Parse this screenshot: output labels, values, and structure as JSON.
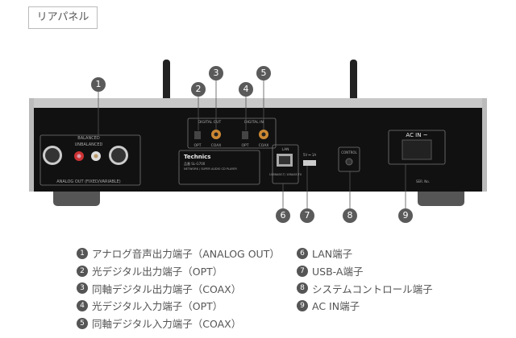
{
  "title": "リアパネル",
  "device": {
    "brand": "Technics",
    "model": "品番 SL-G700",
    "product": "NETWORK / SUPER AUDIO CD PLAYER",
    "balanced": "BALANCED",
    "unbalanced": "UNBALANCED",
    "analog_out": "ANALOG OUT (FIXED/VARIABLE)",
    "digital_out": "DIGITAL OUT",
    "digital_in": "DIGITAL IN",
    "opt": "OPT",
    "coax": "COAX",
    "lan": "LAN",
    "lan_spec": "100BASE-T/ 10BASE-TX",
    "usb": "5V ⎓ 1A",
    "control": "CONTROL",
    "ac_in": "AC IN ~",
    "ser_no": "SER. No."
  },
  "callouts": [
    "1",
    "2",
    "3",
    "4",
    "5",
    "6",
    "7",
    "8",
    "9"
  ],
  "legend": [
    {
      "n": "1",
      "label": "アナログ音声出力端子（ANALOG OUT）"
    },
    {
      "n": "2",
      "label": "光デジタル出力端子（OPT）"
    },
    {
      "n": "3",
      "label": "同軸デジタル出力端子（COAX）"
    },
    {
      "n": "4",
      "label": "光デジタル入力端子（OPT）"
    },
    {
      "n": "5",
      "label": "同軸デジタル入力端子（COAX）"
    },
    {
      "n": "6",
      "label": "LAN端子"
    },
    {
      "n": "7",
      "label": "USB-A端子"
    },
    {
      "n": "8",
      "label": "システムコントロール端子"
    },
    {
      "n": "9",
      "label": "AC IN端子"
    }
  ]
}
